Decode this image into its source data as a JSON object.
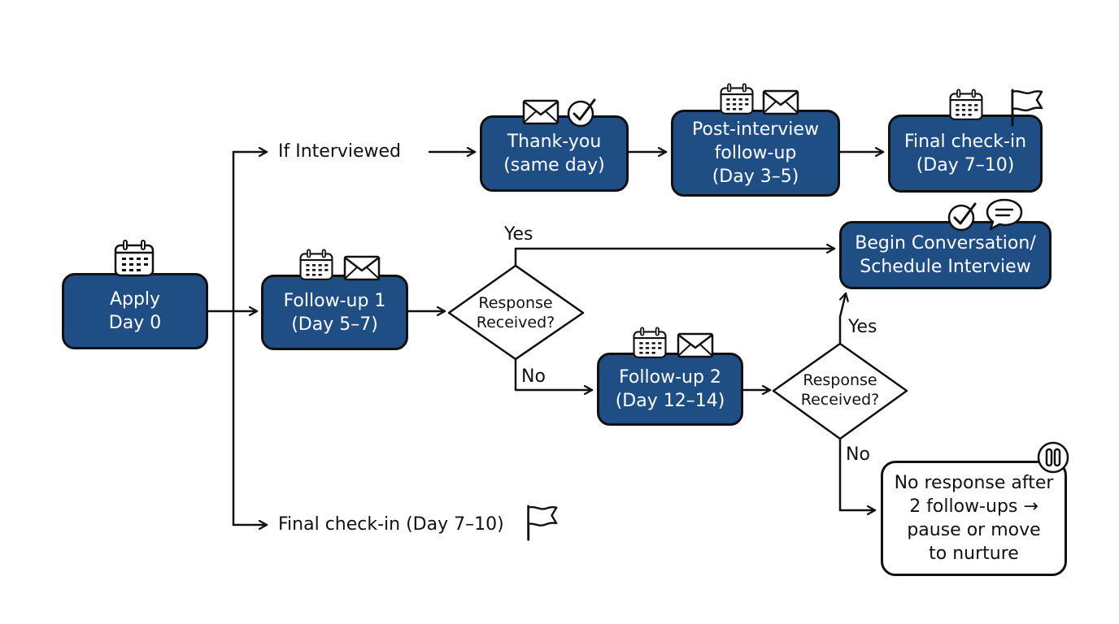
{
  "nodes": {
    "apply": {
      "line1": "Apply",
      "line2": "Day 0"
    },
    "followup1": {
      "line1": "Follow-up 1",
      "line2": "(Day 5–7)"
    },
    "thankyou": {
      "line1": "Thank-you",
      "line2": "(same day)"
    },
    "post_interview": {
      "line1": "Post-interview",
      "line2": "follow-up",
      "line3": "(Day 3–5)"
    },
    "final_checkin_top": {
      "line1": "Final check-in",
      "line2": "(Day 7–10)"
    },
    "begin_conversation": {
      "line1": "Begin Conversation/",
      "line2": "Schedule Interview"
    },
    "followup2": {
      "line1": "Follow-up 2",
      "line2": "(Day 12–14)"
    },
    "no_response": {
      "line1": "No response after",
      "line2": "2 follow-ups →",
      "line3": "pause or move",
      "line4": "to nurture"
    }
  },
  "decisions": {
    "decision1": {
      "line1": "Response",
      "line2": "Received?"
    },
    "decision2": {
      "line1": "Response",
      "line2": "Received?"
    }
  },
  "labels": {
    "if_interviewed": "If Interviewed",
    "final_checkin_bottom": "Final check-in (Day 7–10)",
    "yes_1": "Yes",
    "no_1": "No",
    "yes_2": "Yes",
    "no_2": "No"
  },
  "icons": {
    "apply_icon": "calendar-icon",
    "followup1_icons": [
      "calendar-icon",
      "envelope-icon"
    ],
    "thankyou_icons": [
      "envelope-icon",
      "checkmark-icon"
    ],
    "post_interview_icons": [
      "calendar-icon",
      "envelope-icon"
    ],
    "final_checkin_icons": [
      "calendar-icon",
      "flag-icon"
    ],
    "begin_conversation_icons": [
      "checkmark-icon",
      "chat-bubble-icon"
    ],
    "followup2_icons": [
      "calendar-icon",
      "envelope-icon"
    ],
    "no_response_icon": "pause-icon",
    "final_checkin_bottom_icon": "flag-icon"
  },
  "colors": {
    "node_fill": "#1f4e85",
    "outline": "#111111",
    "background": "#ffffff"
  }
}
